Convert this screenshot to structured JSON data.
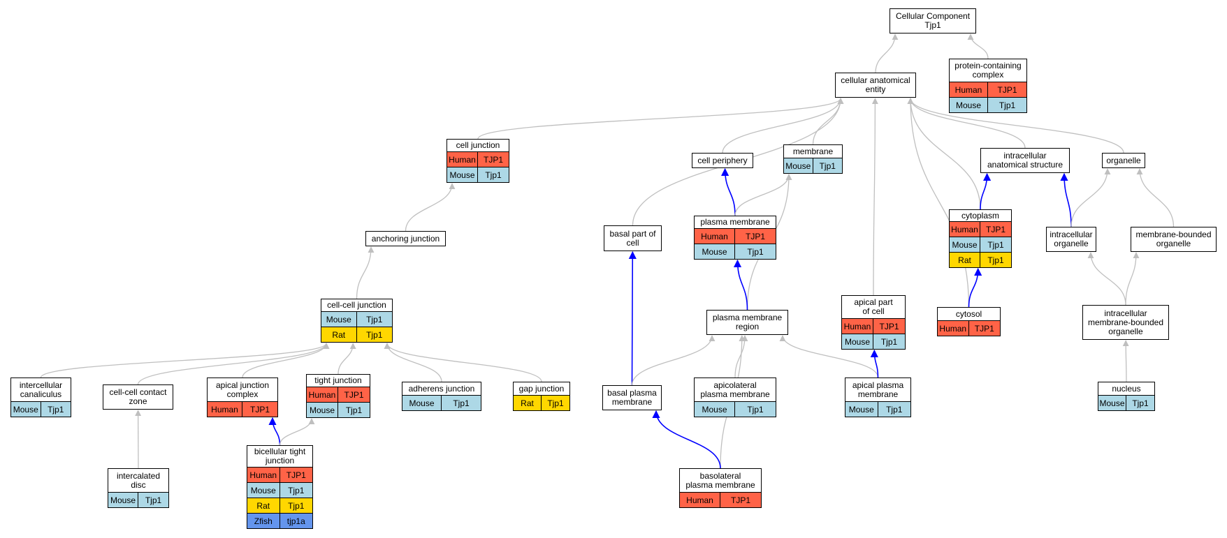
{
  "diagram": {
    "colors": {
      "Human": "#ff6347",
      "Mouse": "#add8e6",
      "Rat": "#ffd700",
      "Zfish": "#6495ed",
      "edge_is_a": "#bfbfbf",
      "edge_part_of": "#0000ff"
    },
    "nodes": [
      {
        "id": "root",
        "title": "Cellular Component\nTjp1",
        "genes": []
      },
      {
        "id": "cae",
        "title": "cellular anatomical\nentity",
        "genes": []
      },
      {
        "id": "pcc",
        "title": "protein-containing\ncomplex",
        "genes": [
          [
            "Human",
            "TJP1"
          ],
          [
            "Mouse",
            "Tjp1"
          ]
        ]
      },
      {
        "id": "cj",
        "title": "cell junction",
        "genes": [
          [
            "Human",
            "TJP1"
          ],
          [
            "Mouse",
            "Tjp1"
          ]
        ]
      },
      {
        "id": "cper",
        "title": "cell periphery",
        "genes": []
      },
      {
        "id": "mem",
        "title": "membrane",
        "genes": [
          [
            "Mouse",
            "Tjp1"
          ]
        ]
      },
      {
        "id": "ias",
        "title": "intracellular\nanatomical structure",
        "genes": []
      },
      {
        "id": "org",
        "title": "organelle",
        "genes": []
      },
      {
        "id": "aj",
        "title": "anchoring junction",
        "genes": []
      },
      {
        "id": "bpc",
        "title": "basal part of\ncell",
        "genes": []
      },
      {
        "id": "pm",
        "title": "plasma membrane",
        "genes": [
          [
            "Human",
            "TJP1"
          ],
          [
            "Mouse",
            "Tjp1"
          ]
        ]
      },
      {
        "id": "cyto",
        "title": "cytoplasm",
        "genes": [
          [
            "Human",
            "TJP1"
          ],
          [
            "Mouse",
            "Tjp1"
          ],
          [
            "Rat",
            "Tjp1"
          ]
        ]
      },
      {
        "id": "iorg",
        "title": "intracellular\norganelle",
        "genes": []
      },
      {
        "id": "mbo",
        "title": "membrane-bounded\norganelle",
        "genes": []
      },
      {
        "id": "ccj",
        "title": "cell-cell junction",
        "genes": [
          [
            "Mouse",
            "Tjp1"
          ],
          [
            "Rat",
            "Tjp1"
          ]
        ]
      },
      {
        "id": "pmr",
        "title": "plasma membrane\nregion",
        "genes": []
      },
      {
        "id": "apc",
        "title": "apical part\nof cell",
        "genes": [
          [
            "Human",
            "TJP1"
          ],
          [
            "Mouse",
            "Tjp1"
          ]
        ]
      },
      {
        "id": "cytosol",
        "title": "cytosol",
        "genes": [
          [
            "Human",
            "TJP1"
          ]
        ]
      },
      {
        "id": "imbo",
        "title": "intracellular\nmembrane-bounded\norganelle",
        "genes": []
      },
      {
        "id": "icc",
        "title": "intercellular\ncanaliculus",
        "genes": [
          [
            "Mouse",
            "Tjp1"
          ]
        ]
      },
      {
        "id": "cccz",
        "title": "cell-cell contact\nzone",
        "genes": []
      },
      {
        "id": "ajc",
        "title": "apical junction\ncomplex",
        "genes": [
          [
            "Human",
            "TJP1"
          ]
        ]
      },
      {
        "id": "tj",
        "title": "tight junction",
        "genes": [
          [
            "Human",
            "TJP1"
          ],
          [
            "Mouse",
            "Tjp1"
          ]
        ]
      },
      {
        "id": "adj",
        "title": "adherens junction",
        "genes": [
          [
            "Mouse",
            "Tjp1"
          ]
        ]
      },
      {
        "id": "gj",
        "title": "gap junction",
        "genes": [
          [
            "Rat",
            "Tjp1"
          ]
        ]
      },
      {
        "id": "bpm",
        "title": "basal plasma\nmembrane",
        "genes": []
      },
      {
        "id": "alpm",
        "title": "apicolateral\nplasma membrane",
        "genes": [
          [
            "Mouse",
            "Tjp1"
          ]
        ]
      },
      {
        "id": "apm",
        "title": "apical plasma\nmembrane",
        "genes": [
          [
            "Mouse",
            "Tjp1"
          ]
        ]
      },
      {
        "id": "nuc",
        "title": "nucleus",
        "genes": [
          [
            "Mouse",
            "Tjp1"
          ]
        ]
      },
      {
        "id": "idisc",
        "title": "intercalated\ndisc",
        "genes": [
          [
            "Mouse",
            "Tjp1"
          ]
        ]
      },
      {
        "id": "btj",
        "title": "bicellular tight\njunction",
        "genes": [
          [
            "Human",
            "TJP1"
          ],
          [
            "Mouse",
            "Tjp1"
          ],
          [
            "Rat",
            "Tjp1"
          ],
          [
            "Zfish",
            "tjp1a"
          ]
        ]
      },
      {
        "id": "blpm",
        "title": "basolateral\nplasma membrane",
        "genes": [
          [
            "Human",
            "TJP1"
          ]
        ]
      }
    ],
    "edges": [
      {
        "from": "cae",
        "to": "root",
        "kind": "is_a"
      },
      {
        "from": "pcc",
        "to": "root",
        "kind": "is_a"
      },
      {
        "from": "cj",
        "to": "cae",
        "kind": "is_a"
      },
      {
        "from": "bpc",
        "to": "cae",
        "kind": "is_a"
      },
      {
        "from": "cper",
        "to": "cae",
        "kind": "is_a"
      },
      {
        "from": "mem",
        "to": "cae",
        "kind": "is_a"
      },
      {
        "from": "apc",
        "to": "cae",
        "kind": "is_a"
      },
      {
        "from": "cytosol",
        "to": "cae",
        "kind": "is_a"
      },
      {
        "from": "ias",
        "to": "cae",
        "kind": "is_a"
      },
      {
        "from": "cyto",
        "to": "cae",
        "kind": "is_a"
      },
      {
        "from": "org",
        "to": "cae",
        "kind": "is_a"
      },
      {
        "from": "pm",
        "to": "cper",
        "kind": "part_of"
      },
      {
        "from": "pm",
        "to": "mem",
        "kind": "is_a"
      },
      {
        "from": "pmr",
        "to": "mem",
        "kind": "is_a"
      },
      {
        "from": "cyto",
        "to": "ias",
        "kind": "part_of"
      },
      {
        "from": "iorg",
        "to": "ias",
        "kind": "part_of"
      },
      {
        "from": "iorg",
        "to": "org",
        "kind": "is_a"
      },
      {
        "from": "mbo",
        "to": "org",
        "kind": "is_a"
      },
      {
        "from": "aj",
        "to": "cj",
        "kind": "is_a"
      },
      {
        "from": "ccj",
        "to": "aj",
        "kind": "is_a"
      },
      {
        "from": "bpm",
        "to": "bpc",
        "kind": "part_of"
      },
      {
        "from": "pmr",
        "to": "pm",
        "kind": "part_of"
      },
      {
        "from": "cytosol",
        "to": "cyto",
        "kind": "part_of"
      },
      {
        "from": "imbo",
        "to": "iorg",
        "kind": "is_a"
      },
      {
        "from": "imbo",
        "to": "mbo",
        "kind": "is_a"
      },
      {
        "from": "icc",
        "to": "ccj",
        "kind": "is_a"
      },
      {
        "from": "cccz",
        "to": "ccj",
        "kind": "is_a"
      },
      {
        "from": "ajc",
        "to": "ccj",
        "kind": "is_a"
      },
      {
        "from": "tj",
        "to": "ccj",
        "kind": "is_a"
      },
      {
        "from": "adj",
        "to": "ccj",
        "kind": "is_a"
      },
      {
        "from": "gj",
        "to": "ccj",
        "kind": "is_a"
      },
      {
        "from": "bpm",
        "to": "pmr",
        "kind": "is_a"
      },
      {
        "from": "alpm",
        "to": "pmr",
        "kind": "is_a"
      },
      {
        "from": "apm",
        "to": "pmr",
        "kind": "is_a"
      },
      {
        "from": "blpm",
        "to": "pmr",
        "kind": "is_a"
      },
      {
        "from": "apm",
        "to": "apc",
        "kind": "part_of"
      },
      {
        "from": "nuc",
        "to": "imbo",
        "kind": "is_a"
      },
      {
        "from": "idisc",
        "to": "cccz",
        "kind": "is_a"
      },
      {
        "from": "btj",
        "to": "ajc",
        "kind": "part_of"
      },
      {
        "from": "btj",
        "to": "tj",
        "kind": "is_a"
      },
      {
        "from": "blpm",
        "to": "bpm",
        "kind": "part_of"
      }
    ]
  }
}
